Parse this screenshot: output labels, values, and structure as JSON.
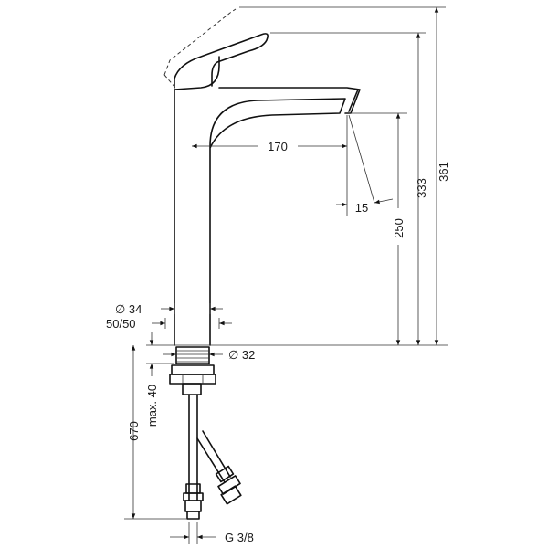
{
  "dimensions": {
    "total_height": "361",
    "spout_height": "333",
    "outlet_clearance": "250",
    "spout_reach": "170",
    "outlet_angle": "15",
    "body_diameter": "∅ 34",
    "base_diameter": "50/50",
    "mounting_hole": "∅ 32",
    "max_deck_thickness": "max. 40",
    "hose_length": "670",
    "connection_thread": "G 3/8"
  }
}
